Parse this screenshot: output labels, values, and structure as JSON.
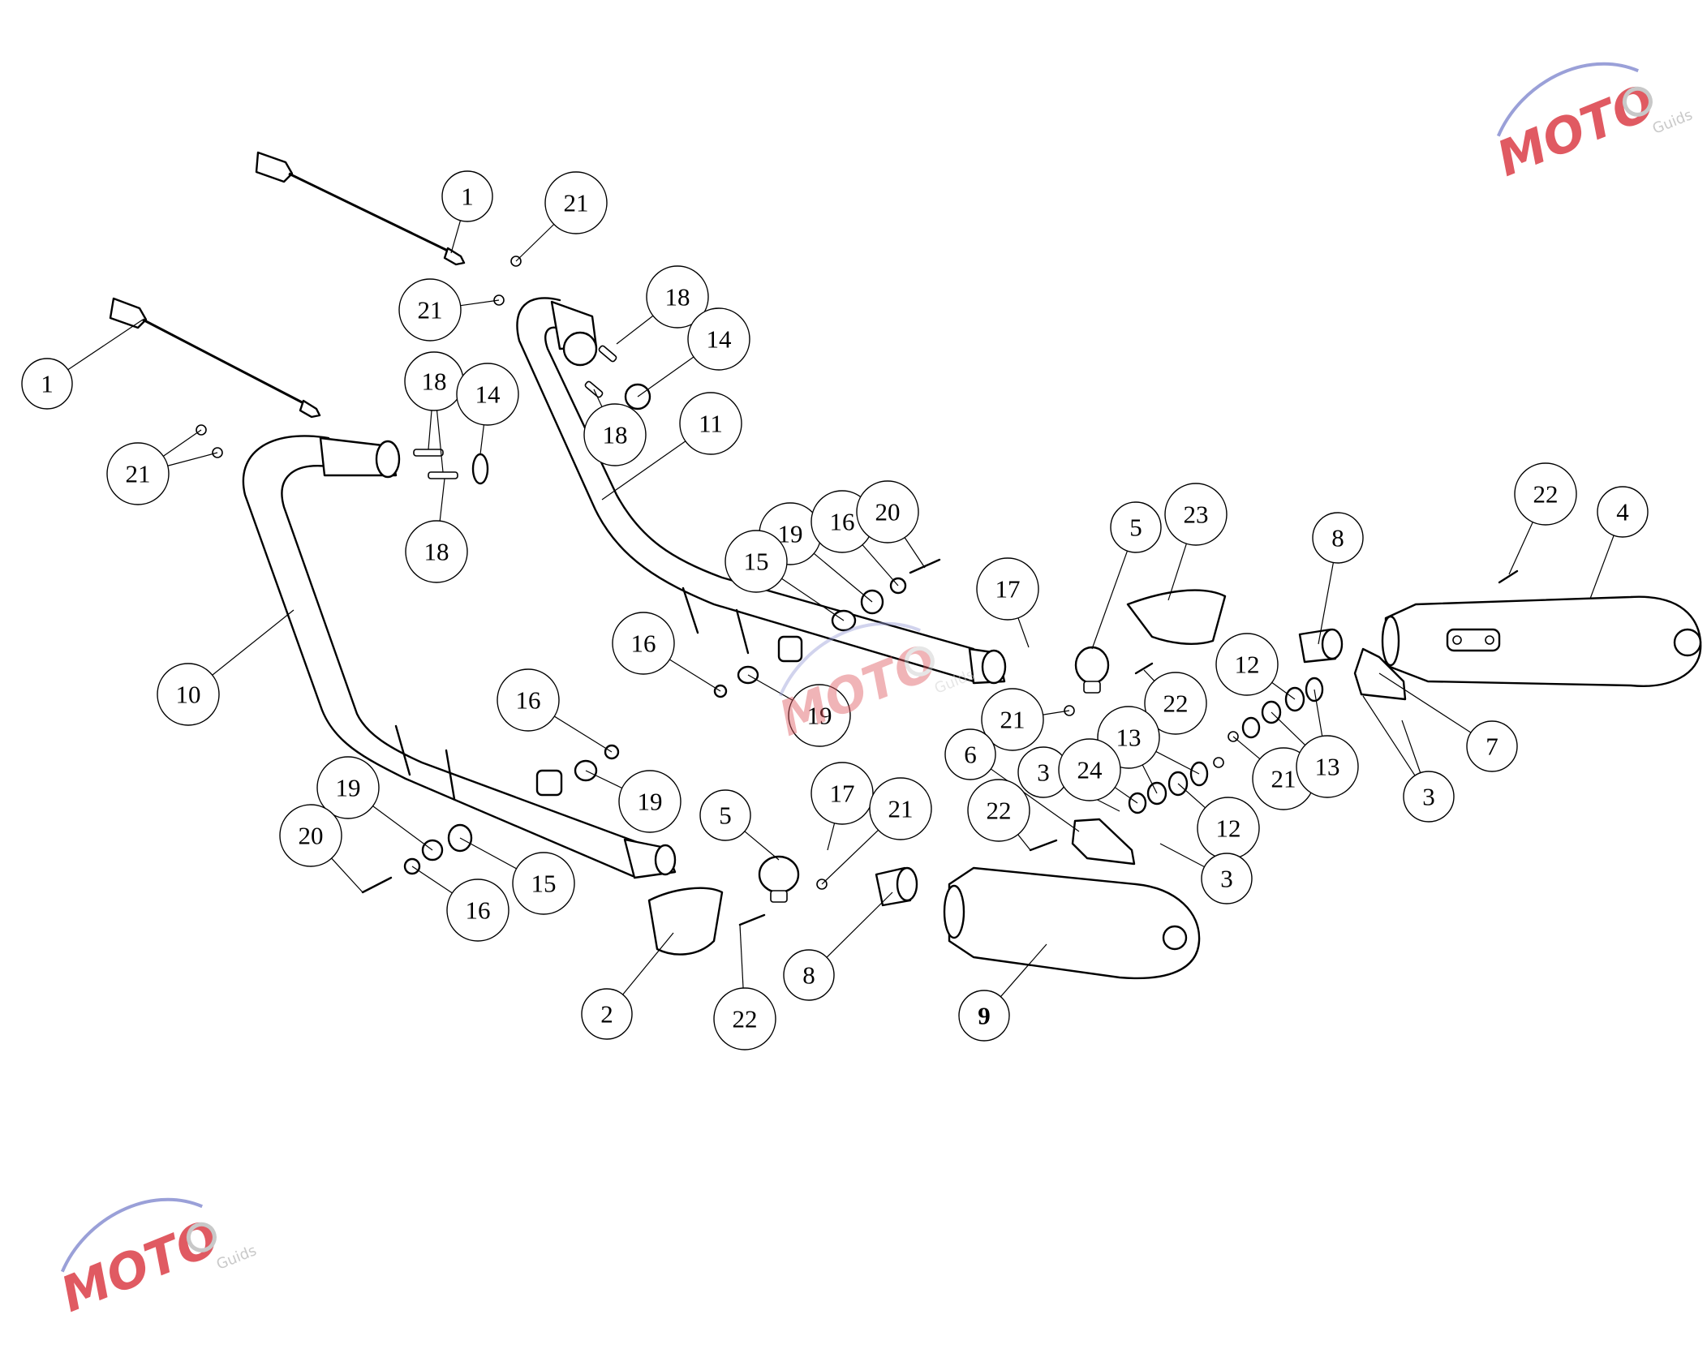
{
  "watermark": {
    "brand": "MOTO",
    "tagline": "Guids",
    "colors": {
      "text": "#e05a62",
      "swoosh": "#9aa0d8",
      "gear": "#c8c8c8"
    }
  },
  "callouts": [
    {
      "label": "1"
    },
    {
      "label": "21"
    },
    {
      "label": "21"
    },
    {
      "label": "18"
    },
    {
      "label": "1"
    },
    {
      "label": "18"
    },
    {
      "label": "14"
    },
    {
      "label": "14"
    },
    {
      "label": "18"
    },
    {
      "label": "21"
    },
    {
      "label": "11"
    },
    {
      "label": "18"
    },
    {
      "label": "10"
    },
    {
      "label": "19"
    },
    {
      "label": "16"
    },
    {
      "label": "20"
    },
    {
      "label": "15"
    },
    {
      "label": "17"
    },
    {
      "label": "16"
    },
    {
      "label": "19"
    },
    {
      "label": "16"
    },
    {
      "label": "19"
    },
    {
      "label": "19"
    },
    {
      "label": "20"
    },
    {
      "label": "15"
    },
    {
      "label": "16"
    },
    {
      "label": "5"
    },
    {
      "label": "17"
    },
    {
      "label": "21"
    },
    {
      "label": "8"
    },
    {
      "label": "2"
    },
    {
      "label": "22"
    },
    {
      "label": "9"
    },
    {
      "label": "5"
    },
    {
      "label": "23"
    },
    {
      "label": "8"
    },
    {
      "label": "22"
    },
    {
      "label": "4"
    },
    {
      "label": "12"
    },
    {
      "label": "22"
    },
    {
      "label": "21"
    },
    {
      "label": "13"
    },
    {
      "label": "6"
    },
    {
      "label": "3"
    },
    {
      "label": "24"
    },
    {
      "label": "22"
    },
    {
      "label": "12"
    },
    {
      "label": "3"
    },
    {
      "label": "21"
    },
    {
      "label": "13"
    },
    {
      "label": "7"
    },
    {
      "label": "3"
    }
  ]
}
